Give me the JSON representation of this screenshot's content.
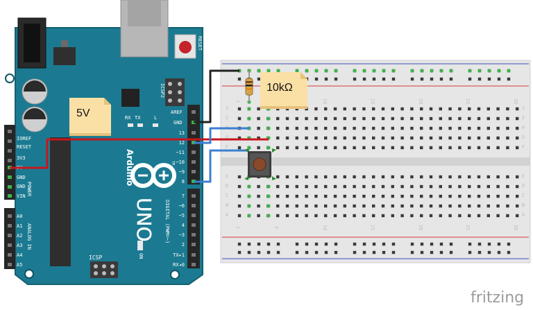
{
  "board": {
    "reset_label": "RESET",
    "icsp2_label": "ICSP2",
    "tx_label": "TX",
    "rx_label": "RX",
    "l_label": "L",
    "aref": "AREF",
    "gnd": "GND",
    "digital_pins": [
      "13",
      "12",
      "~11",
      "~10",
      "~9",
      "8",
      "7",
      "~6",
      "~5",
      "4",
      "~3",
      "2",
      "TX▸1",
      "RX◂0"
    ],
    "brand_name": "Arduino",
    "trademark": "TM",
    "model": "UNO",
    "digital_label": "DIGITAL (PWM=~)",
    "on_label": "ON",
    "icsp_label": "ICSP",
    "power_pins": [
      "IOREF",
      "RESET",
      "3V3",
      "5V",
      "GND",
      "GND",
      "VIN"
    ],
    "power_label": "POWER",
    "analog_pins": [
      "A0",
      "A1",
      "A2",
      "A3",
      "A4",
      "A5"
    ],
    "analog_label": "ANALOG IN"
  },
  "notes": {
    "voltage": "5V",
    "resistor": "10kΩ"
  },
  "breadboard": {
    "row_letters_top": [
      "J",
      "I",
      "H",
      "G",
      "F"
    ],
    "row_letters_bottom": [
      "E",
      "D",
      "C",
      "B",
      "A"
    ],
    "column_numbers": [
      "1",
      "5",
      "10",
      "15",
      "20",
      "25",
      "30"
    ]
  },
  "colors": {
    "board": "#1b7a91",
    "wire_red": "#c8161d",
    "wire_blue": "#3b7fd2",
    "wire_black": "#222222",
    "note": "#fbe0a6"
  },
  "footer": {
    "logo": "fritzing"
  }
}
